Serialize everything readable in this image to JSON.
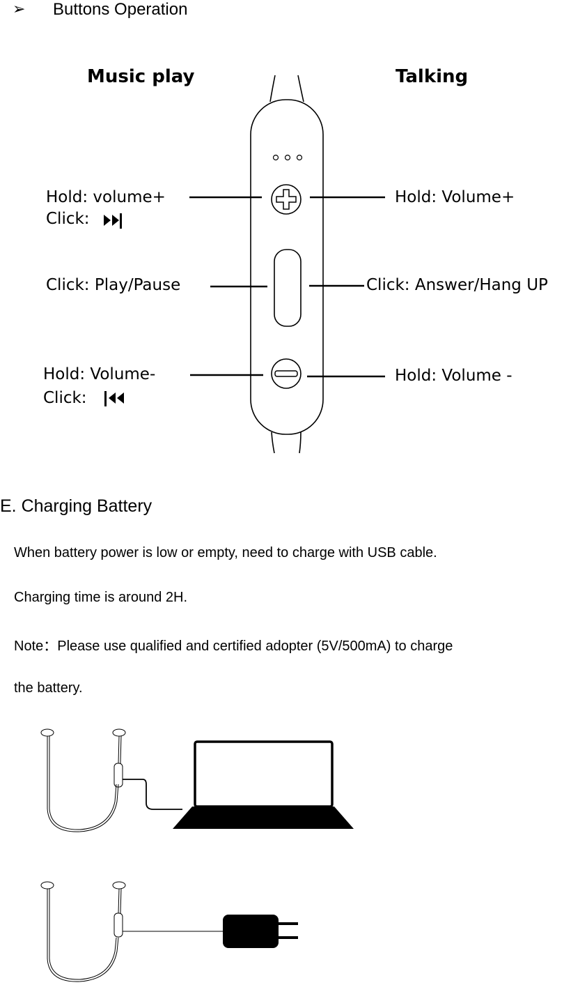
{
  "buttons_section": {
    "bullet": "➢",
    "title": "Buttons Operation",
    "music_header": "Music play",
    "talking_header": "Talking",
    "music": {
      "plus_line1": "Hold: volume+",
      "plus_line2": "Click:",
      "play": "Click: Play/Pause",
      "minus_line1": "Hold: Volume-",
      "minus_line2": "Click:"
    },
    "talking": {
      "plus": "Hold: Volume+",
      "answer": "Click:  Answer/Hang UP",
      "minus": "Hold: Volume -"
    }
  },
  "charging_section": {
    "title": "E. Charging Battery",
    "paragraphs": [
      "When battery power is low or empty, need to charge with USB cable.",
      "Charging time is around 2H.",
      "Note：Please use qualified and certified adopter (5V/500mA) to charge",
      "the battery."
    ]
  },
  "icons": [
    "next-track-icon",
    "previous-track-icon",
    "plus-icon",
    "minus-icon"
  ]
}
